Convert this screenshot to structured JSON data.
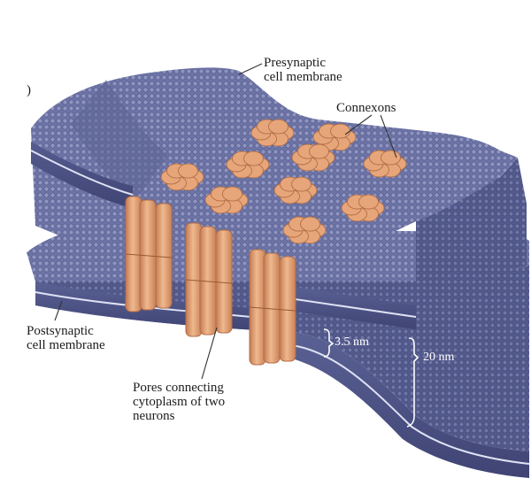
{
  "panel_marker": ")",
  "labels": {
    "presynaptic": "Presynaptic\ncell membrane",
    "connexons": "Connexons",
    "postsynaptic": "Postsynaptic\ncell membrane",
    "pores": "Pores connecting\ncytoplasm of two\nneurons",
    "gap_width": "3.5 nm",
    "total_width": "20 nm"
  },
  "colors": {
    "membrane_top": "#6d74a6",
    "membrane_side": "#535a8c",
    "membrane_shadow": "#3d4270",
    "head_dot": "#8f95c0",
    "connexon_fill": "#e6a67a",
    "connexon_stroke": "#b36d45",
    "label_text": "#1c1c1c"
  },
  "icons": [
    "connexon-hemichannel-icon",
    "pore-channel-icon"
  ]
}
